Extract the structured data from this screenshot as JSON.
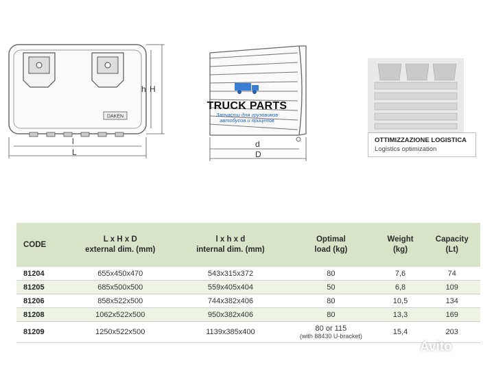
{
  "drawings": {
    "front_view": {
      "logo_label": "DAKEN",
      "dim_h": "h",
      "dim_H": "H",
      "dim_l": "l",
      "dim_L": "L"
    },
    "side_view": {
      "dim_d": "d",
      "dim_D": "D"
    },
    "watermark_logo": {
      "title": "TRUCK PARTS",
      "subtitle_1": "Запчасти для грузовиков",
      "subtitle_2": "автобусов и прицепов"
    },
    "optimization": {
      "title": "OTTIMIZZAZIONE LOGISTICA",
      "subtitle": "Logistics optimization"
    }
  },
  "table": {
    "headers": {
      "code": "CODE",
      "ext_1": "L x H x D",
      "ext_2": "external dim. (mm)",
      "int_1": "l x h x d",
      "int_2": "internal dim. (mm)",
      "load_1": "Optimal",
      "load_2": "load (kg)",
      "weight_1": "Weight",
      "weight_2": "(kg)",
      "cap_1": "Capacity",
      "cap_2": "(Lt)"
    },
    "rows": [
      {
        "code": "81204",
        "ext": "655x450x470",
        "int": "543x315x372",
        "load": "80",
        "load_note": "",
        "weight": "7,6",
        "capacity": "74"
      },
      {
        "code": "81205",
        "ext": "685x500x500",
        "int": "559x405x404",
        "load": "50",
        "load_note": "",
        "weight": "6,8",
        "capacity": "109"
      },
      {
        "code": "81206",
        "ext": "858x522x500",
        "int": "744x382x406",
        "load": "80",
        "load_note": "",
        "weight": "10,5",
        "capacity": "134"
      },
      {
        "code": "81208",
        "ext": "1062x522x500",
        "int": "950x382x406",
        "load": "80",
        "load_note": "",
        "weight": "13,3",
        "capacity": "169"
      },
      {
        "code": "81209",
        "ext": "1250x522x500",
        "int": "1139x385x400",
        "load": "80 or 115",
        "load_note": "(with 88430 U-bracket)",
        "weight": "15,4",
        "capacity": "203"
      }
    ]
  },
  "watermark": "Avito"
}
